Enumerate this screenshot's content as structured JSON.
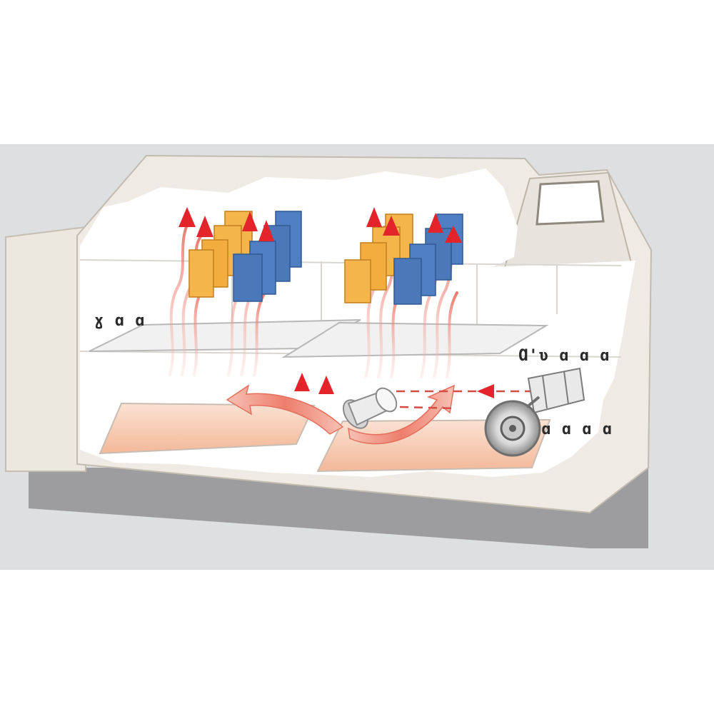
{
  "labels": {
    "left_shelf": "ɣ ɑ ɑ",
    "right_shelf": "Ɑ'ʋ ɑ ɑ ɑ",
    "heater": "ɑ ɑ ɑ ɑ"
  },
  "colors": {
    "background_band": "#dedfe1",
    "cabinet": "#efebe4",
    "cabinet_edge": "#b9b2a8",
    "base": "#9c9c9e",
    "warm_sample": "#f4b54a",
    "cool_sample": "#4f7fc2",
    "arrow_red": "#e3242b",
    "heat_flow": "#f08a78",
    "tray": "#f6c8ae"
  },
  "icons": [
    "up-arrow-icon",
    "fan-icon",
    "heater-icon"
  ]
}
